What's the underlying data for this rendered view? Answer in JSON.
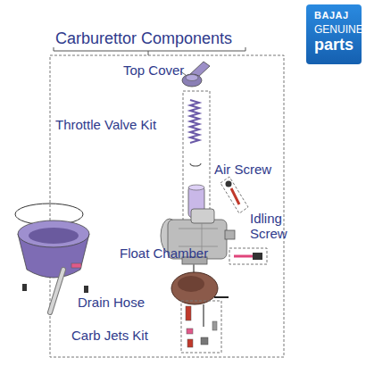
{
  "diagram": {
    "title": "Carburettor Components",
    "nodes": [
      {
        "text": [
          "BAJAJ",
          "GENUINE",
          "parts"
        ]
      }
    ],
    "labels": [
      "Top Cover",
      "Throttle Valve Kit",
      "Air Screw",
      "Idling Screw",
      "Float Chamber",
      "Drain Hose",
      "Carb Jets Kit"
    ]
  }
}
